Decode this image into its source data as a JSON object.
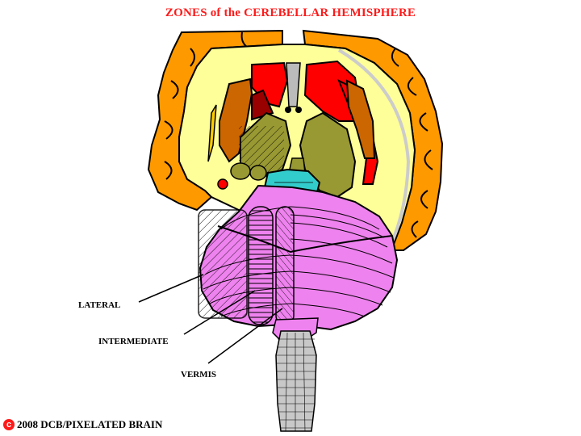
{
  "title": "ZONES of the CEREBELLAR HEMISPHERE",
  "labels": {
    "lateral": "LATERAL",
    "intermediate": "INTERMEDIATE",
    "vermis": "VERMIS"
  },
  "copyright": {
    "symbol": "c",
    "text": "2008  DCB/PIXELATED BRAIN"
  },
  "colors": {
    "title": "#ff1a1a",
    "cortex": "#ff9900",
    "white_matter": "#ffff99",
    "striatum_red": "#ff0000",
    "putamen_brown": "#cc6600",
    "globus_dark_red": "#990000",
    "thalamus_olive": "#999933",
    "midbrain_cyan": "#33cccc",
    "cerebellum": "#ee82ee",
    "brainstem_gray": "#c8c8c8"
  }
}
